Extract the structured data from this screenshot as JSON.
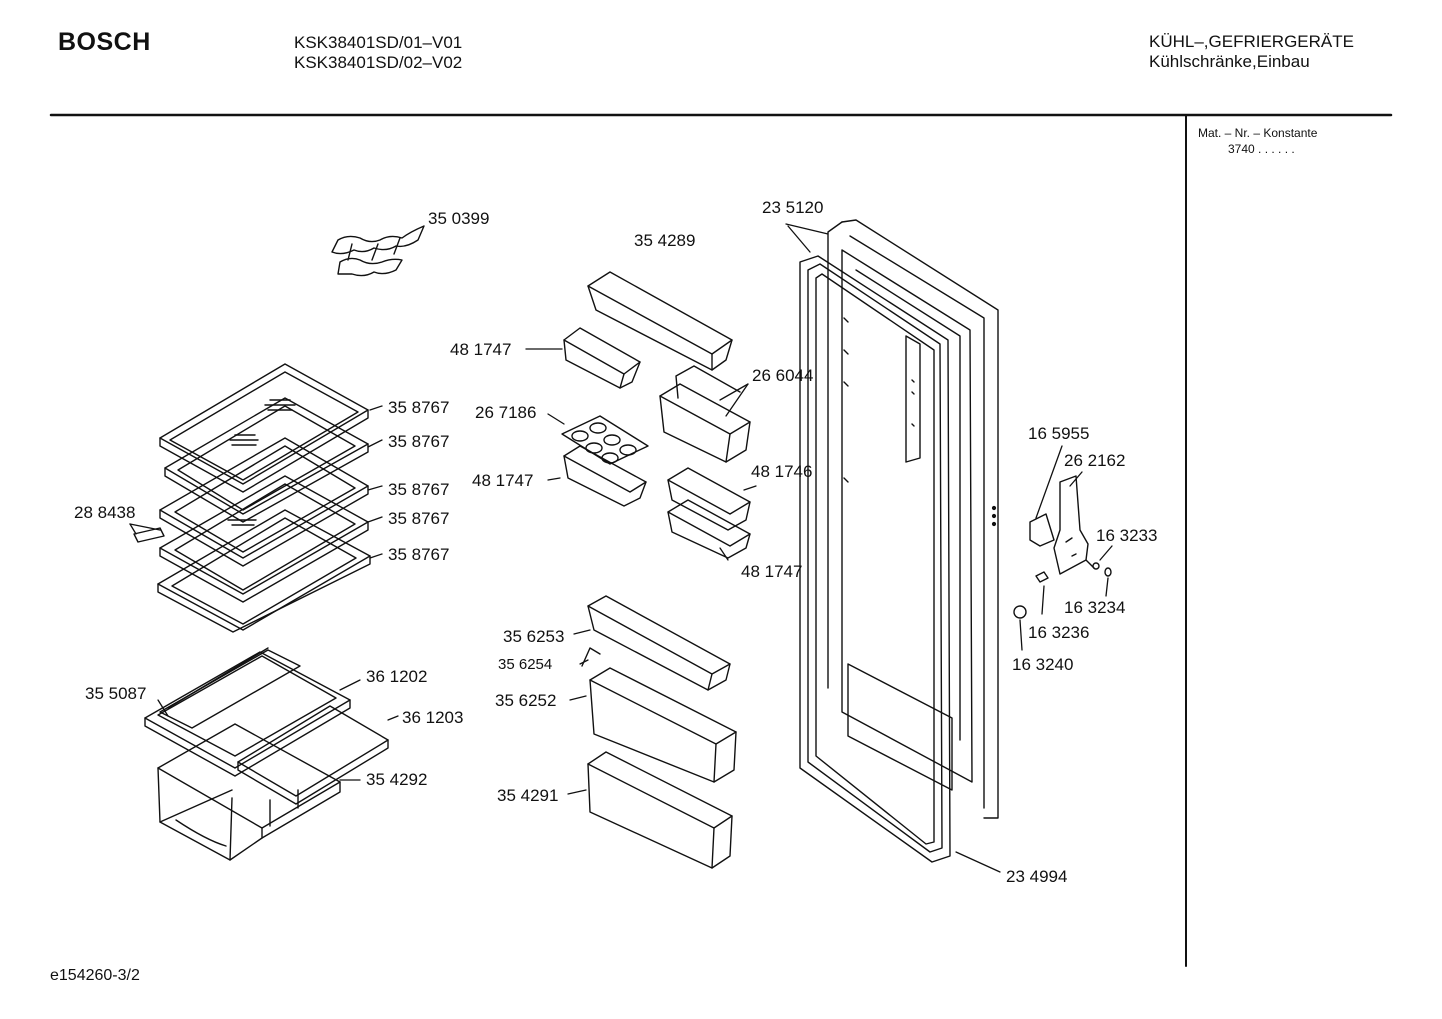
{
  "header": {
    "brand": "BOSCH",
    "models": [
      "KSK38401SD/01–V01",
      "KSK38401SD/02–V02"
    ],
    "category": "KÜHL–,GEFRIERGERÄTE",
    "subcategory": "Kühlschränke,Einbau"
  },
  "sidebar": {
    "mat_label": "Mat. – Nr. – Konstante",
    "mat_value": "3740 .  .  .  .  .  ."
  },
  "footer": {
    "doc_id": "e154260-3/2"
  },
  "parts": {
    "p350399": "35 0399",
    "p354289": "35 4289",
    "p235120": "23 5120",
    "p481747a": "48 1747",
    "p266044": "26 6044",
    "p267186": "26 7186",
    "p358767a": "35 8767",
    "p358767b": "35 8767",
    "p358767c": "35 8767",
    "p358767d": "35 8767",
    "p358767e": "35 8767",
    "p481747b": "48 1747",
    "p481746": "48 1746",
    "p288438": "28 8438",
    "p481747c": "48 1747",
    "p165955": "16 5955",
    "p262162": "26 2162",
    "p163233": "16 3233",
    "p163234": "16 3234",
    "p163236": "16 3236",
    "p163240": "16 3240",
    "p356253": "35 6253",
    "p356254": "35 6254",
    "p356252": "35 6252",
    "p355087": "35 5087",
    "p361202": "36 1202",
    "p361203": "36 1203",
    "p354292": "35 4292",
    "p354291": "35 4291",
    "p234994": "23 4994"
  }
}
